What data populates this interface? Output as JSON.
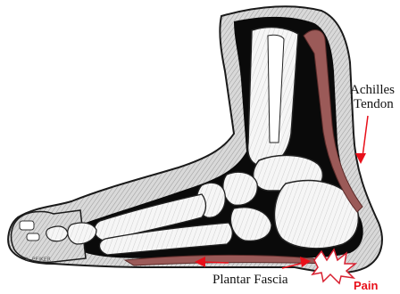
{
  "labels": {
    "achilles_line1": "Achilles",
    "achilles_line2": "Tendon",
    "plantar_fascia": "Plantar Fascia",
    "pain": "Pain",
    "signature": "A. PEIKER"
  },
  "colors": {
    "skin_outline": "#1a1a1a",
    "soft_tissue": "#0a0a0a",
    "bone": "#f4f4f4",
    "tendon": "#9b5a58",
    "arrow": "#e8101a",
    "pain_burst": "#d82030"
  }
}
